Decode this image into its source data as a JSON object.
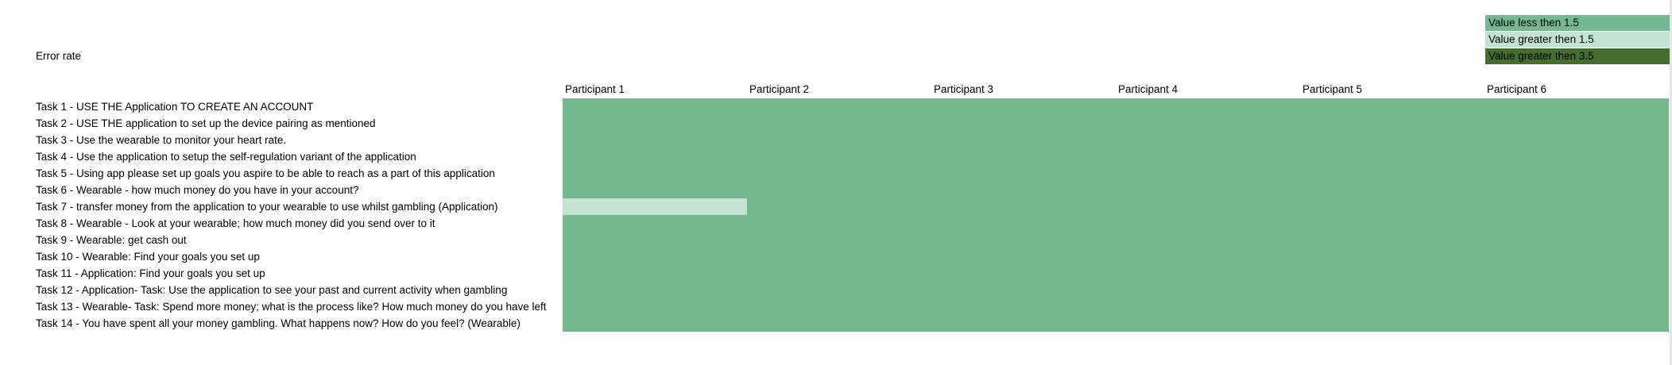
{
  "sheet": {
    "title": "Error rate"
  },
  "legend": [
    {
      "label": "Value less then 1.5",
      "color": "#74b88f"
    },
    {
      "label": "Value greater then 1.5",
      "color": "#c3e3d3"
    },
    {
      "label": "Value greater then 3.5",
      "color": "#456e2c"
    }
  ],
  "participants": [
    "Participant 1",
    "Participant 2",
    "Participant 3",
    "Participant 4",
    "Participant 5",
    "Participant 6"
  ],
  "tasks": [
    "Task 1 - USE THE Application TO CREATE AN ACCOUNT",
    "Task 2 - USE THE application to set up the device pairing as mentioned",
    "Task 3 - Use the wearable to monitor your heart rate.",
    "Task 4 - Use the application to setup the self-regulation variant of the application",
    "Task 5 - Using app please set up goals you aspire to be able to reach as a part of this application",
    "Task 6 - Wearable - how much money do you have in your account?",
    "Task 7 - transfer money from the application to your wearable to use whilst gambling (Application)",
    "Task 8 - Wearable - Look at your wearable; how much money did you send over to it",
    "Task 9 - Wearable: get cash out",
    "Task 10 - Wearable: Find your goals you set up",
    "Task 11 - Application: Find your goals you set up",
    "Task 12 - Application- Task: Use the application to see your past and current activity when gambling",
    "Task 13 - Wearable- Task: Spend more money; what is the process like? How much money do you have left",
    "Task 14 - You have spent all your money gambling. What happens now? How do you feel? (Wearable)"
  ],
  "cell_levels": [
    [
      0,
      0,
      0,
      0,
      0,
      0
    ],
    [
      0,
      0,
      0,
      0,
      0,
      0
    ],
    [
      0,
      0,
      0,
      0,
      0,
      0
    ],
    [
      0,
      0,
      0,
      0,
      0,
      0
    ],
    [
      0,
      0,
      0,
      0,
      0,
      0
    ],
    [
      0,
      0,
      0,
      0,
      0,
      0
    ],
    [
      1,
      0,
      0,
      0,
      0,
      0
    ],
    [
      0,
      0,
      0,
      0,
      0,
      0
    ],
    [
      0,
      0,
      0,
      0,
      0,
      0
    ],
    [
      0,
      0,
      0,
      0,
      0,
      0
    ],
    [
      0,
      0,
      0,
      0,
      0,
      0
    ],
    [
      0,
      0,
      0,
      0,
      0,
      0
    ],
    [
      0,
      0,
      0,
      0,
      0,
      0
    ],
    [
      0,
      0,
      0,
      0,
      0,
      0
    ]
  ]
}
